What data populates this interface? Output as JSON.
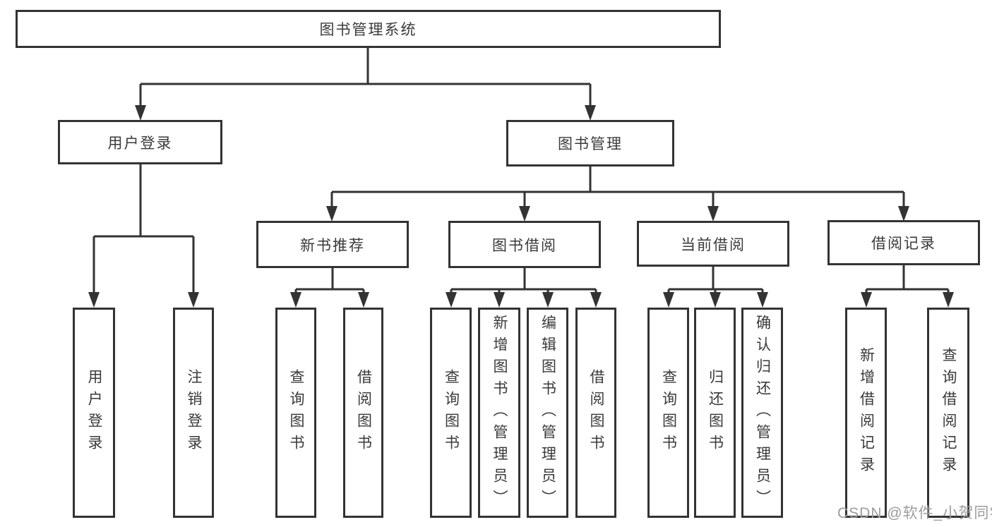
{
  "diagram": {
    "root": {
      "label": "图书管理系统"
    },
    "level1": [
      {
        "label": "用户登录"
      },
      {
        "label": "图书管理"
      }
    ],
    "level2": [
      {
        "label": "新书推荐"
      },
      {
        "label": "图书借阅"
      },
      {
        "label": "当前借阅"
      },
      {
        "label": "借阅记录"
      }
    ],
    "leaves": {
      "user_login": [
        {
          "label": "用户登录"
        },
        {
          "label": "注销登录"
        }
      ],
      "new_books": [
        {
          "label": "查询图书"
        },
        {
          "label": "借阅图书"
        }
      ],
      "book_borrow": [
        {
          "label": "查询图书"
        },
        {
          "label": "新增图书（管理员）"
        },
        {
          "label": "编辑图书（管理员）"
        },
        {
          "label": "借阅图书"
        }
      ],
      "current_borrow": [
        {
          "label": "查询图书"
        },
        {
          "label": "归还图书"
        },
        {
          "label": "确认归还（管理员）"
        }
      ],
      "borrow_records": [
        {
          "label": "新增借阅记录"
        },
        {
          "label": "查询借阅记录"
        }
      ]
    },
    "watermark": "CSDN @软件_小贺同学",
    "colors": {
      "line": "#333333",
      "text": "#3a3a3a",
      "watermark": "#9c9c9c",
      "background": "#ffffff"
    }
  }
}
